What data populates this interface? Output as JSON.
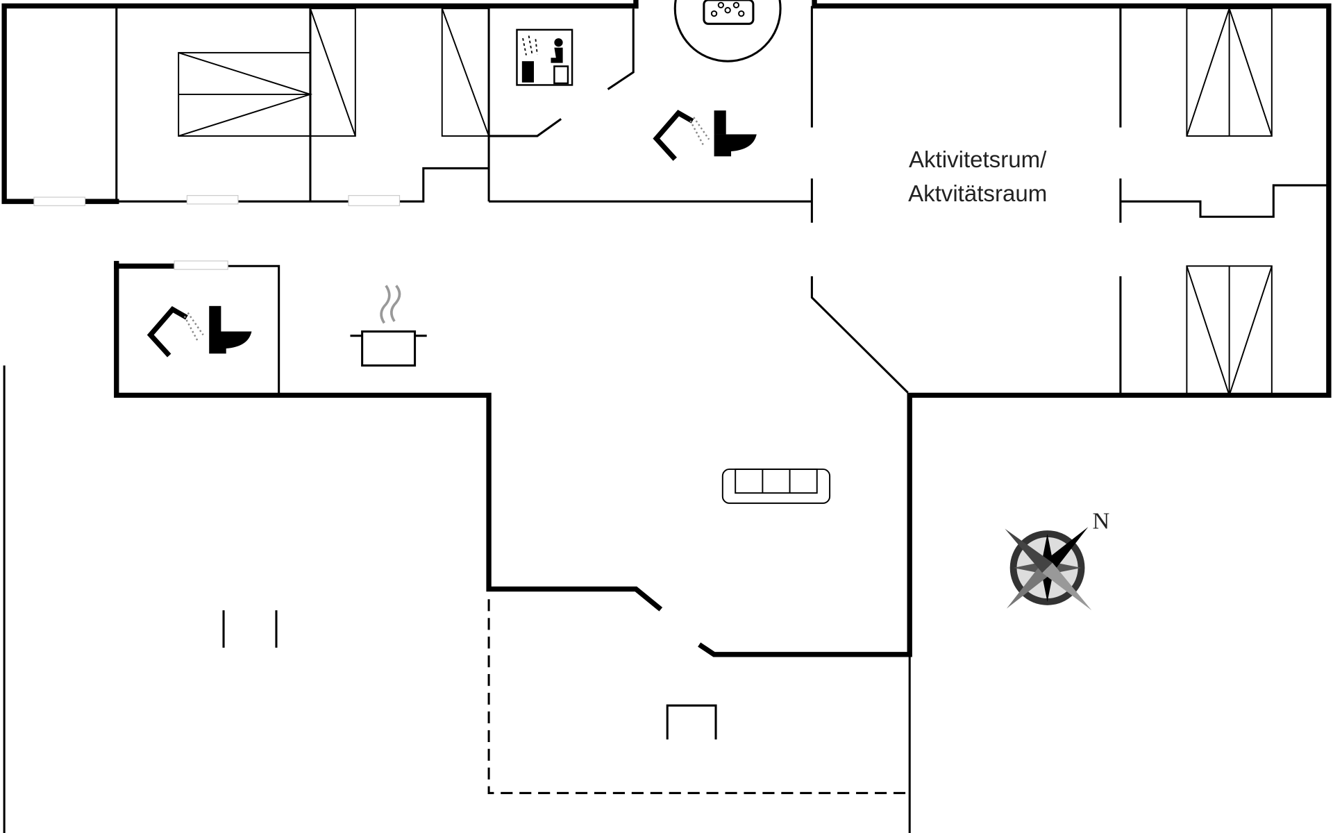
{
  "rooms": {
    "activity_room": {
      "line1": "Aktivitetsrum/",
      "line2": "Aktvitätsraum"
    }
  },
  "compass": {
    "north_label": "N"
  },
  "icons": [
    "sauna-icon",
    "whirlpool-icon",
    "shower-icon",
    "toilet-icon",
    "cooking-pot-icon",
    "sofa-icon",
    "compass-icon"
  ]
}
